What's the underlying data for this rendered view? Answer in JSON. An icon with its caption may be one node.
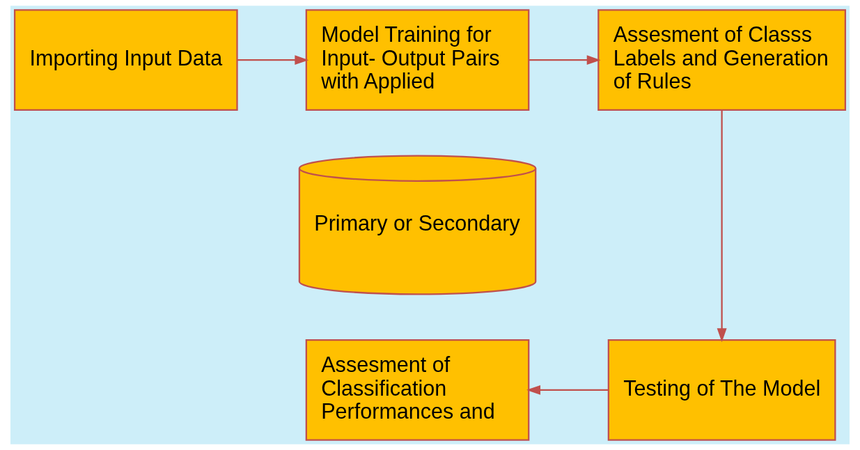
{
  "diagram": {
    "nodes": [
      {
        "text": [
          "Importing Input Data"
        ]
      },
      {
        "text": [
          "Model Training for Input- Output Pairs with Applied"
        ]
      },
      {
        "text": [
          "Assesment of Classs Labels and Generation of Rules"
        ]
      },
      {
        "text": [
          "Primary or Secondary"
        ]
      },
      {
        "text": [
          "Assesment of Classification Performances and"
        ]
      },
      {
        "text": [
          "Testing of The Model"
        ]
      }
    ],
    "edges": [
      {
        "from": 0,
        "to": 1,
        "arrow": "to"
      },
      {
        "from": 1,
        "to": 2,
        "arrow": "to"
      },
      {
        "from": 2,
        "to": 5,
        "arrow": "to"
      },
      {
        "from": 5,
        "to": 4,
        "arrow": "to"
      }
    ]
  }
}
